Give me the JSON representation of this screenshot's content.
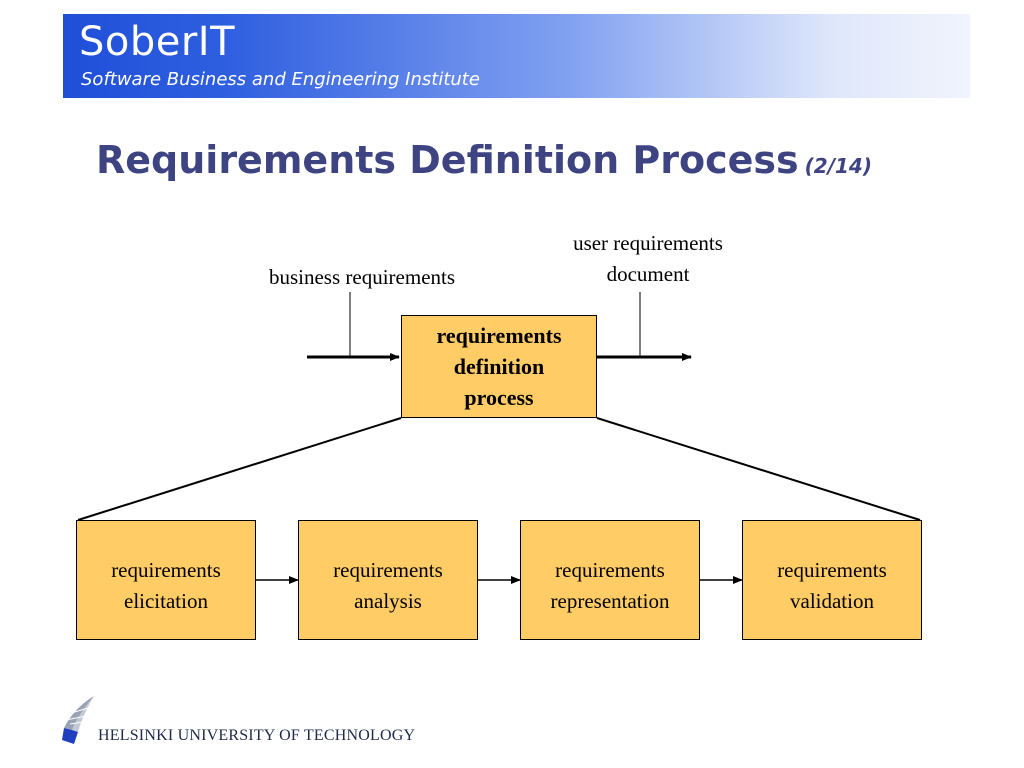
{
  "header": {
    "brand": "SoberIT",
    "subtitle": "Software Business and Engineering Institute"
  },
  "slide": {
    "title": "Requirements Definition Process",
    "page": "(2/14)"
  },
  "diagram": {
    "input_label": "business requirements",
    "output_label_line1": "user requirements",
    "output_label_line2": "document",
    "main_process": {
      "line1": "requirements",
      "line2": "definition",
      "line3": "process"
    },
    "steps": [
      {
        "line1": "requirements",
        "line2": "elicitation"
      },
      {
        "line1": "requirements",
        "line2": "analysis"
      },
      {
        "line1": "requirements",
        "line2": "representation"
      },
      {
        "line1": "requirements",
        "line2": "validation"
      }
    ],
    "box_fill": "#ffcc66"
  },
  "footer": {
    "institution": "HELSINKI UNIVERSITY OF TECHNOLOGY",
    "logo_icon": "wing-logo-icon"
  },
  "colors": {
    "title": "#3e4482",
    "header_blue": "#1f4fd8"
  }
}
